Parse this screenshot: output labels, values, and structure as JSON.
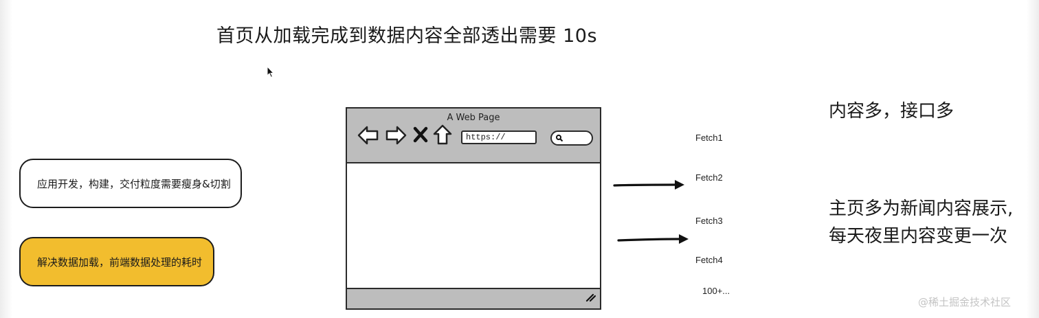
{
  "headline": "首页从加载完成到数据内容全部透出需要 10s",
  "pills": [
    {
      "label": "应用开发，构建，交付粒度需要瘦身&切割",
      "fill": "#ffffff"
    },
    {
      "label": "解决数据加载，前端数据处理的耗时",
      "fill": "#f2bd2e"
    }
  ],
  "browser": {
    "title": "A Web Page",
    "url": "https://",
    "icons": [
      "back-arrow-icon",
      "forward-arrow-icon",
      "close-x-icon",
      "home-icon",
      "search-icon",
      "resize-grip-icon"
    ]
  },
  "fetch_labels": [
    "Fetch1",
    "Fetch2",
    "Fetch3",
    "Fetch4",
    "100+..."
  ],
  "notes": {
    "interfaces": "内容多，接口多",
    "news_line1": "主页多为新闻内容展示,",
    "news_line2": "每天夜里内容变更一次"
  },
  "watermark": "@稀土掘金技术社区",
  "colors": {
    "highlight": "#f2bd2e",
    "chrome_gray": "#bdbdbd",
    "stroke": "#2a2a2a"
  }
}
